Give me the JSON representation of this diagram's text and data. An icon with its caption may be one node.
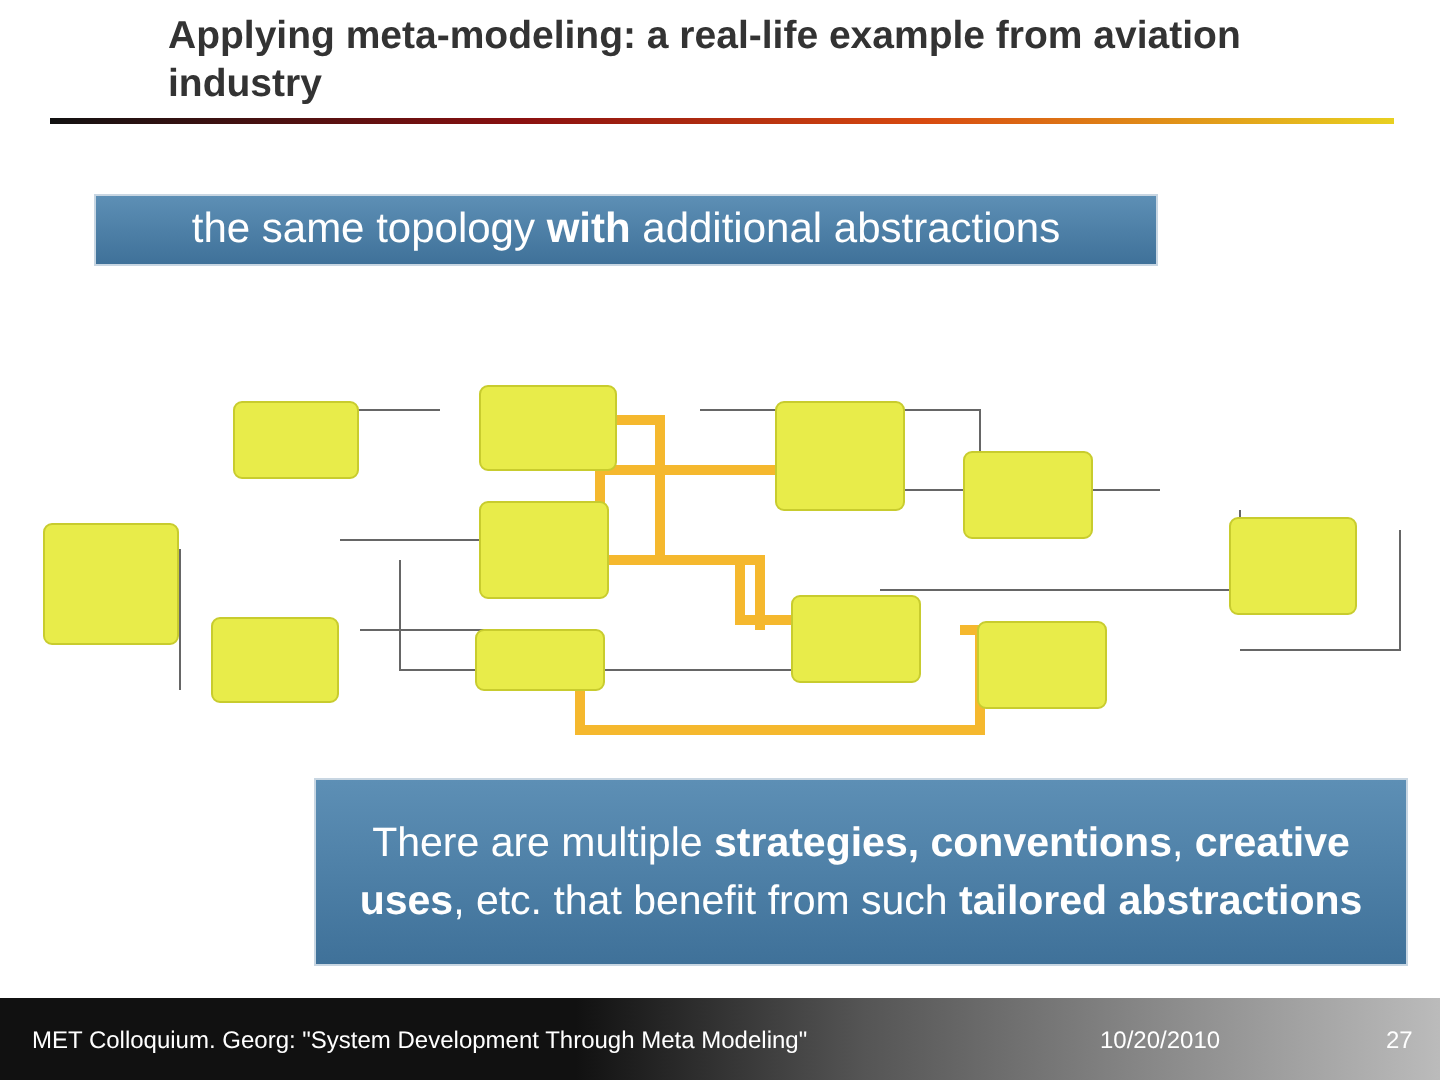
{
  "diagram": {
    "title": "Applying meta-modeling: a real-life example from aviation industry",
    "nodes": [
      {
        "text": [
          "the same topology **with** additional abstractions"
        ]
      },
      {
        "text": [
          "There are multiple **strategies, conventions**, **creative uses**, etc. that benefit from such **tailored abstractions**"
        ]
      }
    ],
    "labels": [
      "MET Colloquium. Georg: \"System Development Through Meta Modeling\"",
      "10/20/2010",
      "27"
    ]
  }
}
